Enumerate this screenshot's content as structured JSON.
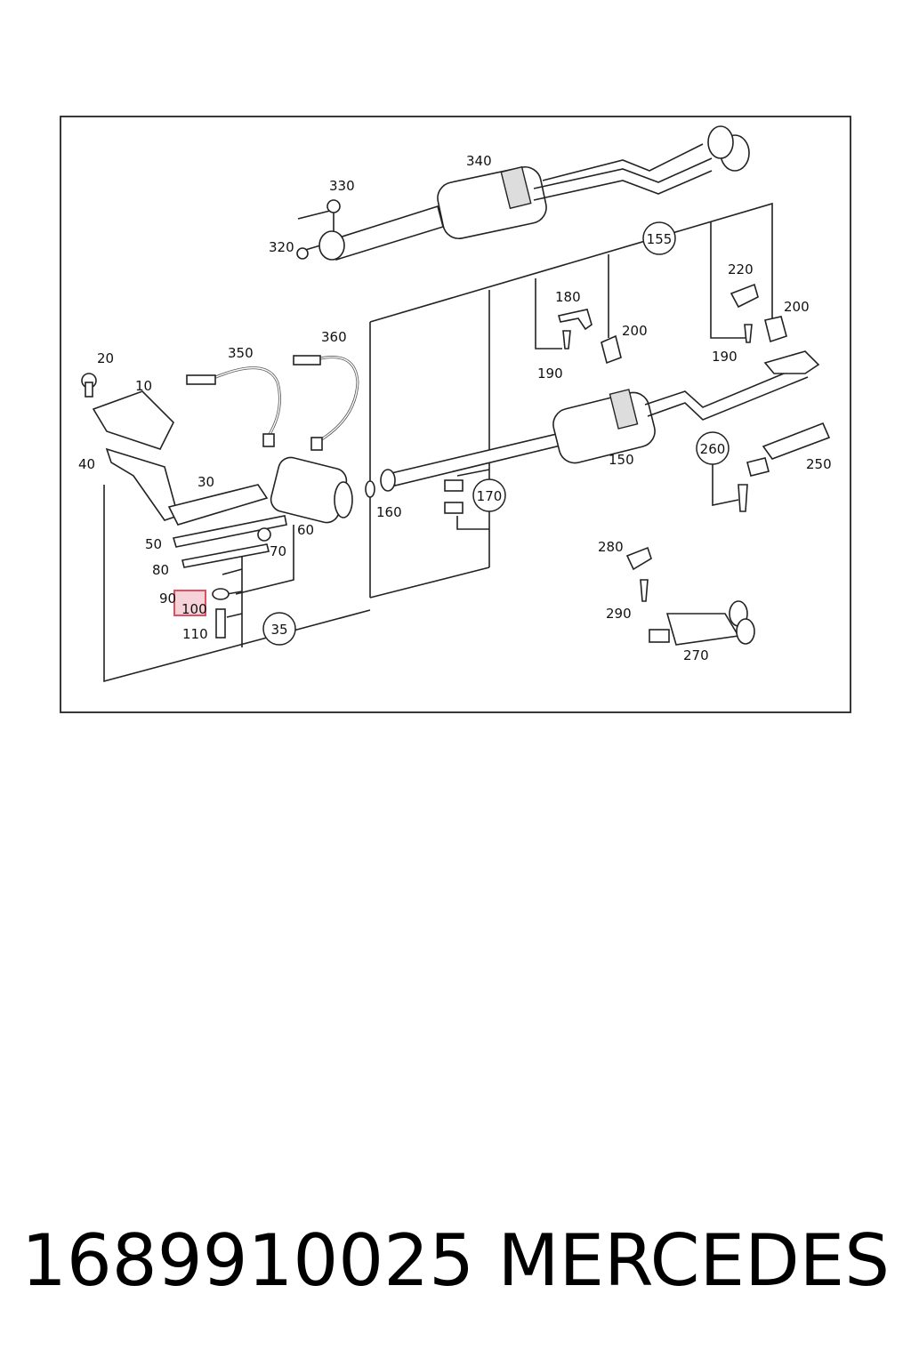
{
  "labels": {
    "p10": "10",
    "p20": "20",
    "p30": "30",
    "p35": "35",
    "p40": "40",
    "p50": "50",
    "p60": "60",
    "p70": "70",
    "p80": "80",
    "p90": "90",
    "p100": "100",
    "p110": "110",
    "p150": "150",
    "p155": "155",
    "p160": "160",
    "p170": "170",
    "p180": "180",
    "p190a": "190",
    "p190b": "190",
    "p200a": "200",
    "p200b": "200",
    "p220": "220",
    "p250": "250",
    "p260": "260",
    "p270": "270",
    "p280": "280",
    "p290": "290",
    "p320": "320",
    "p330": "330",
    "p340": "340",
    "p350": "350",
    "p360": "360"
  },
  "highlighted_part": "100",
  "highlight_color": "#e05060",
  "caption": {
    "part_number": "1689910025",
    "brand": "MERCEDES"
  }
}
